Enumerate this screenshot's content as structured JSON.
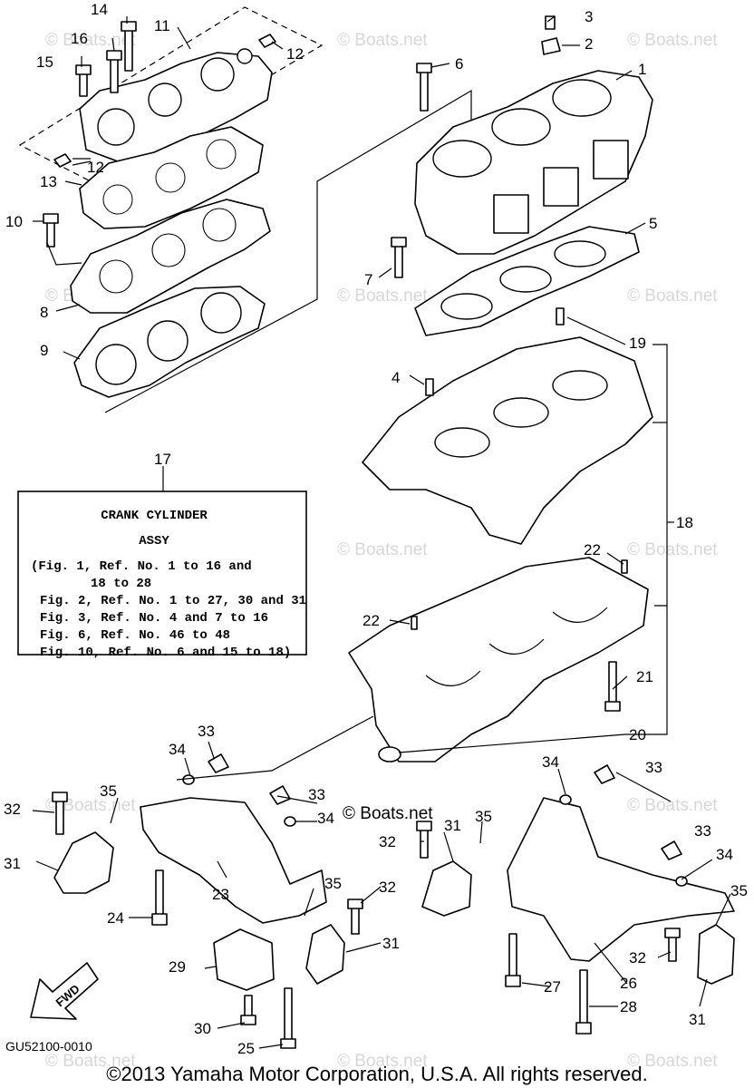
{
  "watermark": "© Boats.net",
  "center_copyright": "© Boats.net",
  "footer": "©2013 Yamaha Motor Corporation, U.S.A. All rights reserved.",
  "diagram_code": "GU52100-0010",
  "fwd_label": "FWD",
  "assy_box": {
    "title": "CRANK CYLINDER",
    "subtitle": "ASSY",
    "lines": [
      "(Fig. 1, Ref. No. 1 to 16 and",
      "18 to 28",
      "Fig. 2, Ref. No. 1 to 27, 30 and 31",
      "Fig. 3, Ref. No. 4 and 7 to 16",
      "Fig. 6, Ref. No. 46 to 48",
      "Fig. 10, Ref. No. 6 and 15 to 18)"
    ]
  },
  "callouts": {
    "c1": "1",
    "c2": "2",
    "c3": "3",
    "c4": "4",
    "c5": "5",
    "c6": "6",
    "c7": "7",
    "c8": "8",
    "c9": "9",
    "c10": "10",
    "c11": "11",
    "c12a": "12",
    "c12b": "12",
    "c13": "13",
    "c14": "14",
    "c15": "15",
    "c16": "16",
    "c17": "17",
    "c18": "18",
    "c19": "19",
    "c20": "20",
    "c21": "21",
    "c22a": "22",
    "c22b": "22",
    "c23": "23",
    "c24": "24",
    "c25": "25",
    "c26": "26",
    "c27": "27",
    "c28": "28",
    "c29": "29",
    "c30": "30",
    "c31a": "31",
    "c31b": "31",
    "c31c": "31",
    "c31d": "31",
    "c32a": "32",
    "c32b": "32",
    "c32c": "32",
    "c32d": "32",
    "c33a": "33",
    "c33b": "33",
    "c33c": "33",
    "c33d": "33",
    "c34a": "34",
    "c34b": "34",
    "c34c": "34",
    "c34d": "34",
    "c35a": "35",
    "c35b": "35",
    "c35c": "35",
    "c35d": "35"
  }
}
